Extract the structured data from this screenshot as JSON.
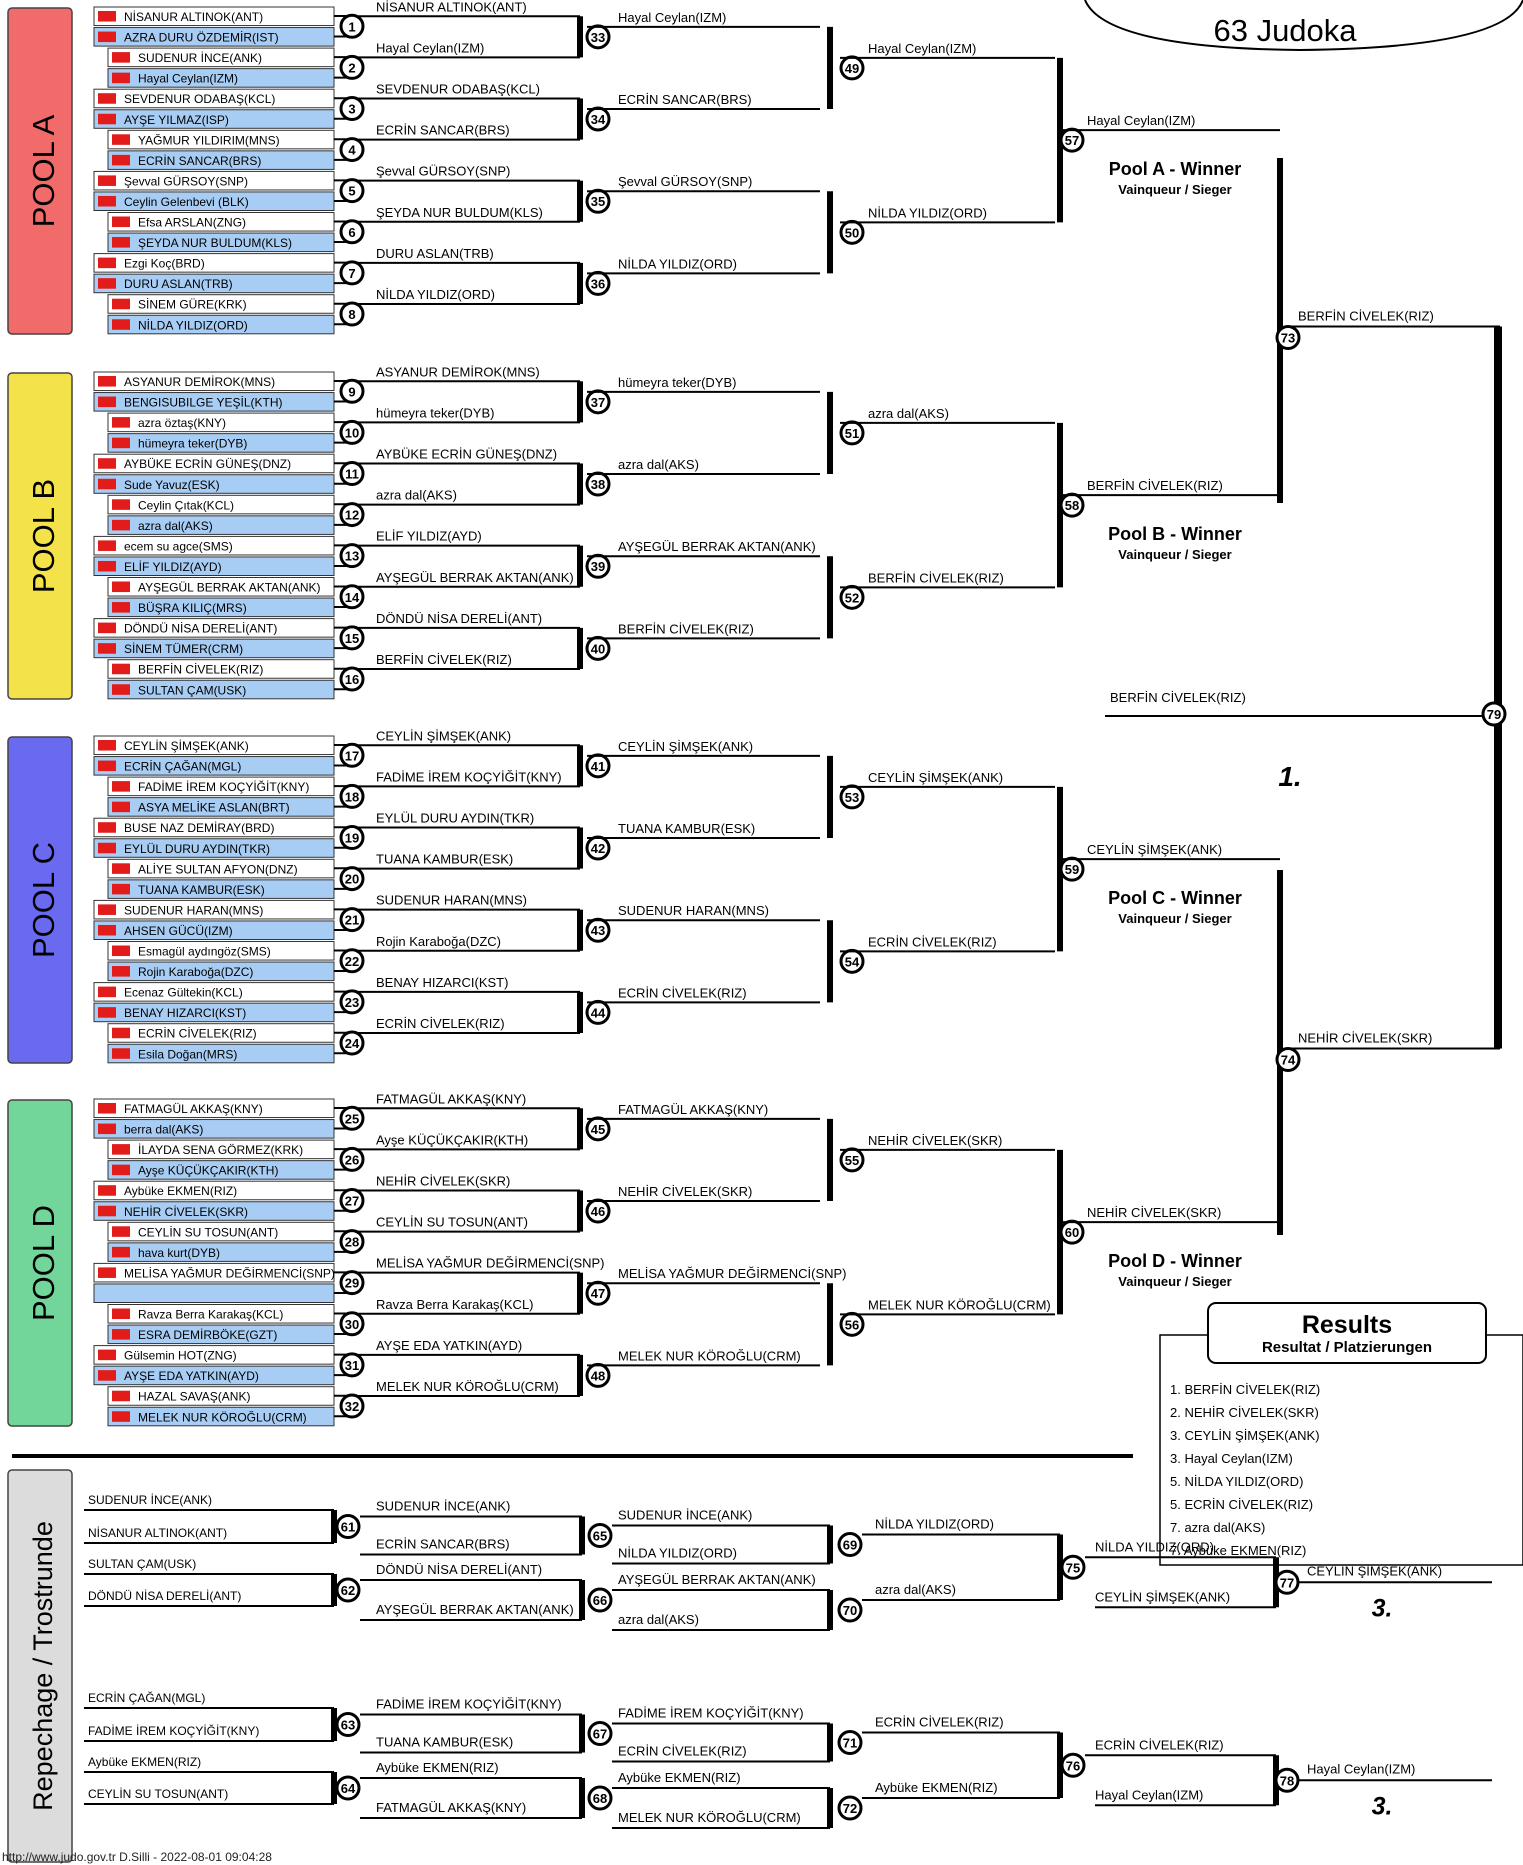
{
  "header": {
    "count": "63 Judoka"
  },
  "pools": [
    {
      "label": "POOL A",
      "color": "#f26b6b",
      "entries": [
        "NİSANUR ALTINOK(ANT)",
        "AZRA DURU ÖZDEMİR(IST)",
        "SUDENUR İNCE(ANK)",
        "Hayal Ceylan(IZM)",
        "SEVDENUR ODABAŞ(KCL)",
        "AYŞE YILMAZ(ISP)",
        "YAĞMUR YILDIRIM(MNS)",
        "ECRİN SANCAR(BRS)",
        "Şevval GÜRSOY(SNP)",
        "Ceylin  Gelenbevi (BLK)",
        "Efsa ARSLAN(ZNG)",
        "ŞEYDA NUR BULDUM(KLS)",
        "Ezgi Koç(BRD)",
        "DURU ASLAN(TRB)",
        "SİNEM GÜRE(KRK)",
        "NİLDA YILDIZ(ORD)"
      ],
      "r1": [
        "NİSANUR ALTINOK(ANT)",
        "Hayal Ceylan(IZM)",
        "SEVDENUR ODABAŞ(KCL)",
        "ECRİN SANCAR(BRS)",
        "Şevval GÜRSOY(SNP)",
        "ŞEYDA NUR BULDUM(KLS)",
        "DURU ASLAN(TRB)",
        "NİLDA YILDIZ(ORD)"
      ],
      "r2": [
        "Hayal Ceylan(IZM)",
        "ECRİN SANCAR(BRS)",
        "Şevval GÜRSOY(SNP)",
        "NİLDA YILDIZ(ORD)"
      ],
      "r3": [
        "Hayal Ceylan(IZM)",
        "NİLDA YILDIZ(ORD)"
      ],
      "winner": "Hayal Ceylan(IZM)",
      "title": "Pool A - Winner",
      "subtitle": "Vainqueur / Sieger"
    },
    {
      "label": "POOL B",
      "color": "#f3e24a",
      "entries": [
        "ASYANUR DEMİROK(MNS)",
        "BENGISUBILGE  YEŞİL(KTH)",
        "azra öztaş(KNY)",
        "hümeyra teker(DYB)",
        "AYBÜKE ECRİN GÜNEŞ(DNZ)",
        "Sude Yavuz(ESK)",
        "Ceylin Çıtak(KCL)",
        "azra dal(AKS)",
        "ecem su agce(SMS)",
        "ELİF YILDIZ(AYD)",
        "AYŞEGÜL BERRAK AKTAN(ANK)",
        "BÜŞRA KILIÇ(MRS)",
        "DÖNDÜ NİSA DERELİ(ANT)",
        "SİNEM TÜMER(CRM)",
        "BERFİN CİVELEK(RIZ)",
        "SULTAN ÇAM(USK)"
      ],
      "r1": [
        "ASYANUR DEMİROK(MNS)",
        "hümeyra teker(DYB)",
        "AYBÜKE ECRİN GÜNEŞ(DNZ)",
        "azra dal(AKS)",
        "ELİF YILDIZ(AYD)",
        "AYŞEGÜL BERRAK AKTAN(ANK)",
        "DÖNDÜ NİSA DERELİ(ANT)",
        "BERFİN CİVELEK(RIZ)"
      ],
      "r2": [
        "hümeyra teker(DYB)",
        "azra dal(AKS)",
        "AYŞEGÜL BERRAK AKTAN(ANK)",
        "BERFİN CİVELEK(RIZ)"
      ],
      "r3": [
        "azra dal(AKS)",
        "BERFİN CİVELEK(RIZ)"
      ],
      "winner": "BERFİN CİVELEK(RIZ)",
      "title": "Pool B - Winner",
      "subtitle": "Vainqueur / Sieger"
    },
    {
      "label": "POOL C",
      "color": "#6a6af0",
      "entries": [
        "CEYLİN ŞİMŞEK(ANK)",
        "ECRİN ÇAĞAN(MGL)",
        "FADİME İREM KOÇYİĞİT(KNY)",
        "ASYA MELİKE ASLAN(BRT)",
        "BUSE NAZ DEMİRAY(BRD)",
        "EYLÜL DURU AYDIN(TKR)",
        "ALİYE SULTAN AFYON(DNZ)",
        "TUANA KAMBUR(ESK)",
        "SUDENUR HARAN(MNS)",
        "AHSEN GÜCÜ(IZM)",
        "Esmagül aydıngöz(SMS)",
        "Rojin Karaboğa(DZC)",
        "Ecenaz Gültekin(KCL)",
        "BENAY HIZARCI(KST)",
        "ECRİN CİVELEK(RIZ)",
        "Esila Doğan(MRS)"
      ],
      "r1": [
        "CEYLİN ŞİMŞEK(ANK)",
        "FADİME İREM KOÇYİĞİT(KNY)",
        "EYLÜL DURU AYDIN(TKR)",
        "TUANA KAMBUR(ESK)",
        "SUDENUR HARAN(MNS)",
        "Rojin Karaboğa(DZC)",
        "BENAY HIZARCI(KST)",
        "ECRİN CİVELEK(RIZ)"
      ],
      "r2": [
        "CEYLİN ŞİMŞEK(ANK)",
        "TUANA KAMBUR(ESK)",
        "SUDENUR HARAN(MNS)",
        "ECRİN CİVELEK(RIZ)"
      ],
      "r3": [
        "CEYLİN ŞİMŞEK(ANK)",
        "ECRİN CİVELEK(RIZ)"
      ],
      "winner": "CEYLİN ŞİMŞEK(ANK)",
      "title": "Pool C - Winner",
      "subtitle": "Vainqueur / Sieger"
    },
    {
      "label": "POOL D",
      "color": "#72d69a",
      "entries": [
        "FATMAGÜL  AKKAŞ(KNY)",
        "berra dal(AKS)",
        "İLAYDA SENA GÖRMEZ(KRK)",
        "Ayşe KÜÇÜKÇAKIR(KTH)",
        "Aybüke EKMEN(RIZ)",
        "NEHİR CİVELEK(SKR)",
        "CEYLİN SU TOSUN(ANT)",
        "hava kurt(DYB)",
        "MELİSA YAĞMUR DEĞİRMENCİ(SNP)",
        "",
        "Ravza Berra Karakaş(KCL)",
        "ESRA  DEMİRBÖKE(GZT)",
        "Gülsemin HOT(ZNG)",
        "AYŞE EDA YATKIN(AYD)",
        "HAZAL SAVAŞ(ANK)",
        "MELEK NUR KÖROĞLU(CRM)"
      ],
      "r1": [
        "FATMAGÜL  AKKAŞ(KNY)",
        "Ayşe KÜÇÜKÇAKIR(KTH)",
        "NEHİR CİVELEK(SKR)",
        "CEYLİN SU TOSUN(ANT)",
        "MELİSA YAĞMUR DEĞİRMENCİ(SNP)",
        "Ravza Berra Karakaş(KCL)",
        "AYŞE EDA YATKIN(AYD)",
        "MELEK NUR KÖROĞLU(CRM)"
      ],
      "r2": [
        "FATMAGÜL  AKKAŞ(KNY)",
        "NEHİR CİVELEK(SKR)",
        "MELİSA YAĞMUR DEĞİRMENCİ(SNP)",
        "MELEK NUR KÖROĞLU(CRM)"
      ],
      "r3": [
        "NEHİR CİVELEK(SKR)",
        "MELEK NUR KÖROĞLU(CRM)"
      ],
      "winner": "NEHİR CİVELEK(SKR)",
      "title": "Pool D - Winner",
      "subtitle": "Vainqueur / Sieger"
    }
  ],
  "semis": {
    "m73": "BERFİN CİVELEK(RIZ)",
    "m74": "NEHİR CİVELEK(SKR)"
  },
  "final": {
    "winner": "BERFİN CİVELEK(RIZ)",
    "place": "1."
  },
  "results": {
    "title": "Results",
    "subtitle": "Resultat / Platzierungen",
    "items": [
      "1. BERFİN CİVELEK(RIZ)",
      "2. NEHİR CİVELEK(SKR)",
      "3. CEYLİN ŞİMŞEK(ANK)",
      "3. Hayal Ceylan(IZM)",
      "5. NİLDA YILDIZ(ORD)",
      "5. ECRİN CİVELEK(RIZ)",
      "7. azra dal(AKS)",
      "7. Aybüke EKMEN(RIZ)"
    ]
  },
  "repechage": {
    "label": "Repechage / Trostrunde",
    "top": {
      "entries": [
        "SUDENUR İNCE(ANK)",
        "NİSANUR ALTINOK(ANT)",
        "SULTAN ÇAM(USK)",
        "DÖNDÜ NİSA DERELİ(ANT)"
      ],
      "m61": "SUDENUR İNCE(ANK)",
      "m62": "DÖNDÜ NİSA DERELİ(ANT)",
      "in65": "ECRİN SANCAR(BRS)",
      "in66": "AYŞEGÜL BERRAK AKTAN(ANK)",
      "m65": "SUDENUR İNCE(ANK)",
      "m66": "AYŞEGÜL BERRAK AKTAN(ANK)",
      "in69": "NİLDA YILDIZ(ORD)",
      "in70": "azra dal(AKS)",
      "m69": "NİLDA YILDIZ(ORD)",
      "m70": "azra dal(AKS)",
      "m75": "NİLDA YILDIZ(ORD)",
      "in77": "CEYLİN ŞİMŞEK(ANK)",
      "m77": "CEYLİN ŞİMŞEK(ANK)",
      "place": "3."
    },
    "bottom": {
      "entries": [
        "ECRİN ÇAĞAN(MGL)",
        "FADİME İREM KOÇYİĞİT(KNY)",
        "Aybüke EKMEN(RIZ)",
        "CEYLİN SU TOSUN(ANT)"
      ],
      "m63": "FADİME İREM KOÇYİĞİT(KNY)",
      "m64": "Aybüke EKMEN(RIZ)",
      "in67": "TUANA KAMBUR(ESK)",
      "in68": "FATMAGÜL  AKKAŞ(KNY)",
      "m67": "FADİME İREM KOÇYİĞİT(KNY)",
      "m68": "Aybüke EKMEN(RIZ)",
      "in71": "ECRİN CİVELEK(RIZ)",
      "in72": "MELEK NUR KÖROĞLU(CRM)",
      "m71": "ECRİN CİVELEK(RIZ)",
      "m72": "Aybüke EKMEN(RIZ)",
      "m76": "ECRİN CİVELEK(RIZ)",
      "in78": "Hayal Ceylan(IZM)",
      "m78": "Hayal Ceylan(IZM)",
      "place": "3."
    }
  },
  "footer": "http://www.judo.gov.tr    D.Silli - 2022-08-01 09:04:28"
}
